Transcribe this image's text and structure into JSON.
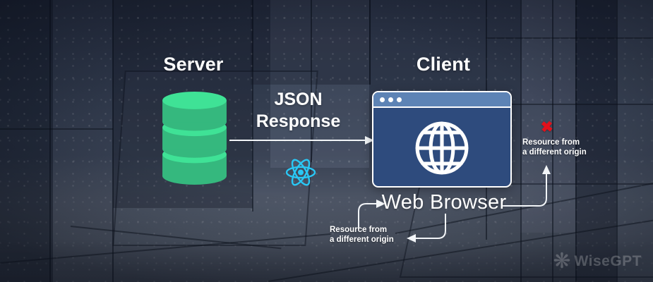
{
  "titles": {
    "server": "Server",
    "client": "Client"
  },
  "labels": {
    "json_response": "JSON\nResponse",
    "web_browser": "Web Browser",
    "resource_blocked": "Resource from\na different origin",
    "resource_origin": "Resource from\na different origin"
  },
  "icons": {
    "database": "database-cylinder-icon",
    "react": "react-logo-icon",
    "globe": "globe-icon",
    "blocked_x": "✖",
    "window_dots": "window-control-dots",
    "watermark_logo": "❋"
  },
  "watermark": {
    "text": "WiseGPT"
  },
  "colors": {
    "db_green_light": "#3FE296",
    "db_green_dark": "#35B87E",
    "react_cyan": "#29C8F5",
    "browser_titlebar": "#5D83B5",
    "browser_body": "#2E4B7D",
    "blocked_red": "#E3111B",
    "connector_white": "#F2F5F8"
  }
}
